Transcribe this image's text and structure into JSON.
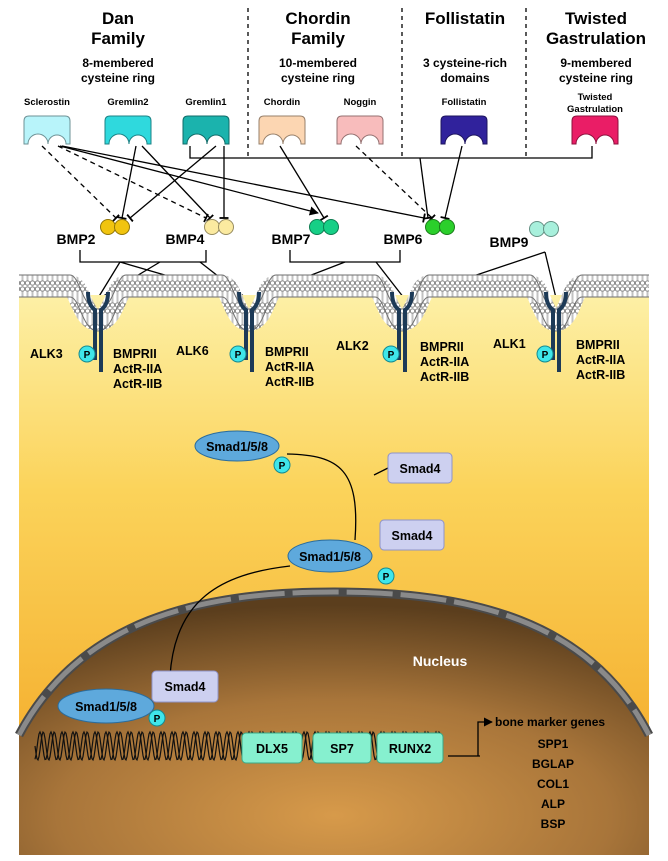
{
  "families": [
    {
      "name_line1": "Dan",
      "name_line2": "Family",
      "ring_line1": "8-membered",
      "ring_line2": "cysteine ring"
    },
    {
      "name_line1": "Chordin",
      "name_line2": "Family",
      "ring_line1": "10-membered",
      "ring_line2": "cysteine ring"
    },
    {
      "name_line1": "Follistatin",
      "name_line2": "",
      "ring_line1": "3 cysteine-rich",
      "ring_line2": "domains"
    },
    {
      "name_line1": "Twisted",
      "name_line2": "Gastrulation",
      "ring_line1": "9-membered",
      "ring_line2": "cysteine ring"
    }
  ],
  "antagonists": [
    {
      "label": "Sclerostin",
      "label2": "",
      "color": "#b8f4fa"
    },
    {
      "label": "Gremlin2",
      "label2": "",
      "color": "#2fd9dd"
    },
    {
      "label": "Gremlin1",
      "label2": "",
      "color": "#1bb3ad"
    },
    {
      "label": "Chordin",
      "label2": "",
      "color": "#fcd6b2"
    },
    {
      "label": "Noggin",
      "label2": "",
      "color": "#f8bcbc"
    },
    {
      "label": "Follistatin",
      "label2": "",
      "color": "#30229c"
    },
    {
      "label": "Twisted",
      "label2": "Gastrulation",
      "color": "#ea1d66"
    }
  ],
  "bmps": [
    {
      "label": "BMP2",
      "color": "#f1c40f"
    },
    {
      "label": "BMP4",
      "color": "#fbeaa0"
    },
    {
      "label": "BMP7",
      "color": "#16cf86"
    },
    {
      "label": "BMP6",
      "color": "#2bcf2b"
    },
    {
      "label": "BMP9",
      "color": "#a8f0dc"
    }
  ],
  "receptors": [
    {
      "alk": "ALK3",
      "type2": [
        "BMPRII",
        "ActR-IIA",
        "ActR-IIB"
      ]
    },
    {
      "alk": "ALK6",
      "type2": [
        "BMPRII",
        "ActR-IIA",
        "ActR-IIB"
      ]
    },
    {
      "alk": "ALK2",
      "type2": [
        "BMPRII",
        "ActR-IIA",
        "ActR-IIB"
      ]
    },
    {
      "alk": "ALK1",
      "type2": [
        "BMPRII",
        "ActR-IIA",
        "ActR-IIB"
      ]
    }
  ],
  "phospho_label": "P",
  "smad158": "Smad1/5/8",
  "smad4": "Smad4",
  "nucleus_label": "Nucleus",
  "transcription_factors": [
    "DLX5",
    "SP7",
    "RUNX2"
  ],
  "gene_header": "bone marker genes",
  "genes": [
    "SPP1",
    "BGLAP",
    "COL1",
    "ALP",
    "BSP"
  ],
  "colors": {
    "cytoplasm_top": "#fde99a",
    "cytoplasm_bottom": "#f2a11e",
    "nucleus_center": "#c58a3d",
    "nucleus_edge": "#6b4a24",
    "smad158_fill": "#5ea9dc",
    "smad4_fill": "#cdd0f0",
    "phospho_fill": "#3fe6ea",
    "tf_fill": "#86f0cf",
    "receptor": "#1d3a57"
  }
}
